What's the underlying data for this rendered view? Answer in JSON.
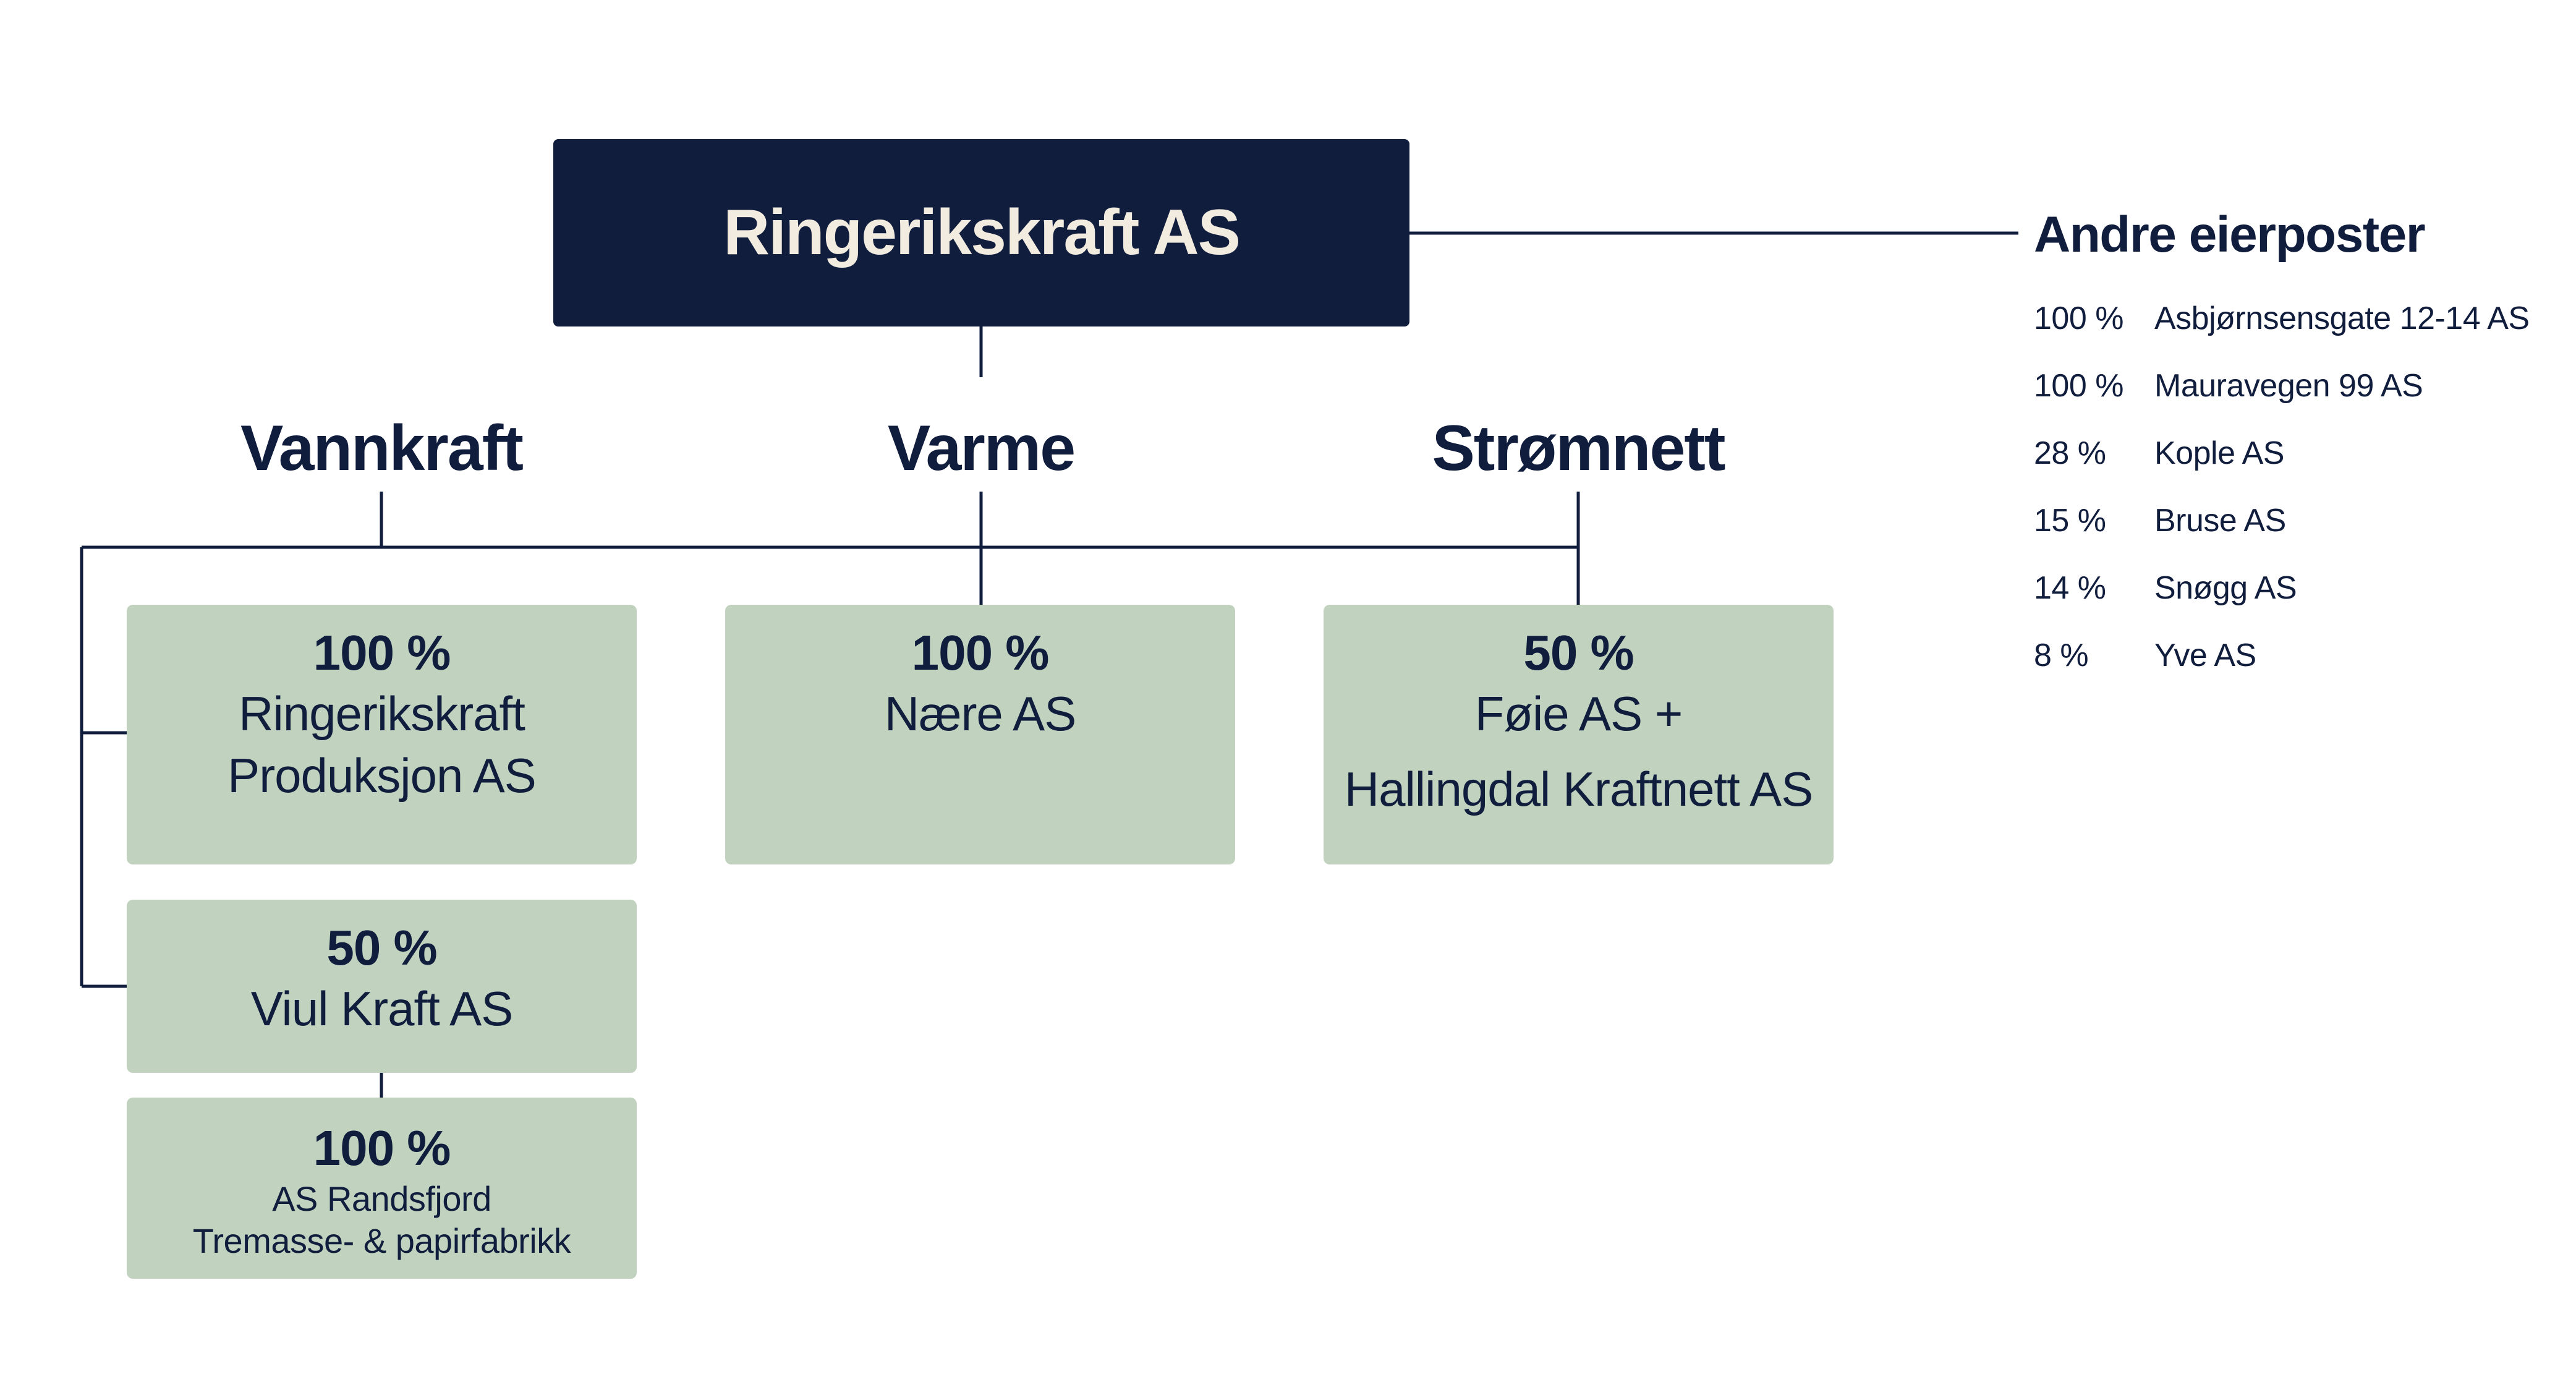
{
  "root": {
    "label": "Ringerikskraft AS"
  },
  "categories": [
    {
      "label": "Vannkraft"
    },
    {
      "label": "Varme"
    },
    {
      "label": "Strømnett"
    }
  ],
  "companies": {
    "produksjon": {
      "percent": "100 %",
      "line1": "Ringerikskraft",
      "line2": "Produksjon AS"
    },
    "viul": {
      "percent": "50 %",
      "line1": "Viul Kraft AS"
    },
    "randsfjord": {
      "percent": "100 %",
      "line1": "AS Randsfjord",
      "line2": "Tremasse- & papirfabrikk"
    },
    "naere": {
      "percent": "100 %",
      "line1": "Nære AS"
    },
    "foie": {
      "percent": "50 %",
      "line1": "Føie AS +",
      "line2": "Hallingdal Kraftnett AS"
    }
  },
  "other_holdings": {
    "title": "Andre eierposter",
    "items": [
      {
        "percent": "100 %",
        "name": "Asbjørnsensgate 12-14 AS"
      },
      {
        "percent": "100 %",
        "name": "Mauravegen 99 AS"
      },
      {
        "percent": "28 %",
        "name": "Kople AS"
      },
      {
        "percent": "15 %",
        "name": "Bruse AS"
      },
      {
        "percent": "14 %",
        "name": "Snøgg AS"
      },
      {
        "percent": "8 %",
        "name": "Yve AS"
      }
    ]
  },
  "colors": {
    "navy": "#111d3d",
    "cream_text": "#f2ece0",
    "sage_box": "#c1d2bf"
  }
}
